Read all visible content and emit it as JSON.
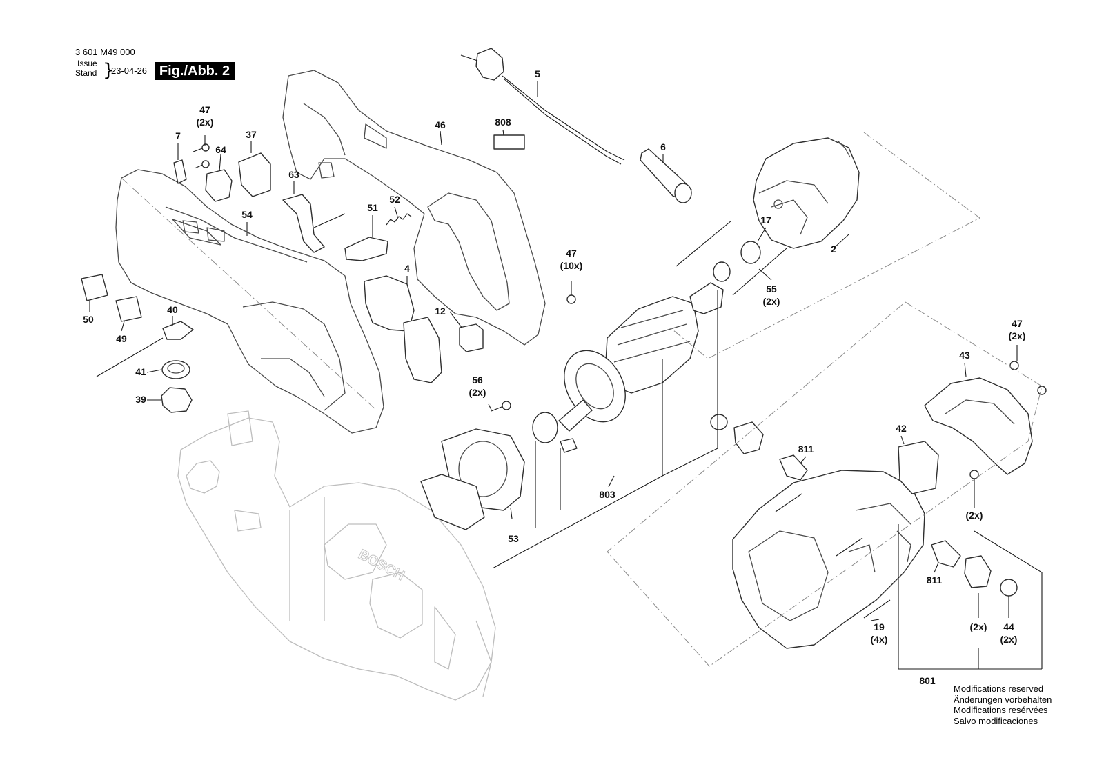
{
  "header": {
    "part_number": "3 601 M49 000",
    "issue_label": "Issue",
    "stand_label": "Stand",
    "date": "23-04-26",
    "figure": "Fig./Abb. 2"
  },
  "callouts": [
    {
      "id": "47a",
      "number": "47",
      "qty": "(2x)"
    },
    {
      "id": "7",
      "number": "7",
      "qty": ""
    },
    {
      "id": "64",
      "number": "64",
      "qty": ""
    },
    {
      "id": "37",
      "number": "37",
      "qty": ""
    },
    {
      "id": "63",
      "number": "63",
      "qty": ""
    },
    {
      "id": "46",
      "number": "46",
      "qty": ""
    },
    {
      "id": "808",
      "number": "808",
      "qty": ""
    },
    {
      "id": "5",
      "number": "5",
      "qty": ""
    },
    {
      "id": "6",
      "number": "6",
      "qty": ""
    },
    {
      "id": "2",
      "number": "2",
      "qty": ""
    },
    {
      "id": "17",
      "number": "17",
      "qty": ""
    },
    {
      "id": "55",
      "number": "55",
      "qty": "(2x)"
    },
    {
      "id": "52",
      "number": "52",
      "qty": ""
    },
    {
      "id": "51",
      "number": "51",
      "qty": ""
    },
    {
      "id": "54",
      "number": "54",
      "qty": ""
    },
    {
      "id": "4",
      "number": "4",
      "qty": ""
    },
    {
      "id": "47b",
      "number": "47",
      "qty": "(10x)"
    },
    {
      "id": "12",
      "number": "12",
      "qty": ""
    },
    {
      "id": "50",
      "number": "50",
      "qty": ""
    },
    {
      "id": "49",
      "number": "49",
      "qty": ""
    },
    {
      "id": "40",
      "number": "40",
      "qty": ""
    },
    {
      "id": "41",
      "number": "41",
      "qty": ""
    },
    {
      "id": "39",
      "number": "39",
      "qty": ""
    },
    {
      "id": "56",
      "number": "56",
      "qty": "(2x)"
    },
    {
      "id": "53",
      "number": "53",
      "qty": ""
    },
    {
      "id": "803",
      "number": "803",
      "qty": ""
    },
    {
      "id": "47c",
      "number": "47",
      "qty": "(2x)"
    },
    {
      "id": "43",
      "number": "43",
      "qty": ""
    },
    {
      "id": "42",
      "number": "42",
      "qty": ""
    },
    {
      "id": "811a",
      "number": "811",
      "qty": ""
    },
    {
      "id": "2x",
      "number": "",
      "qty": "(2x)"
    },
    {
      "id": "811b",
      "number": "811",
      "qty": ""
    },
    {
      "id": "19",
      "number": "19",
      "qty": "(4x)"
    },
    {
      "id": "2x-b",
      "number": "",
      "qty": "(2x)"
    },
    {
      "id": "44",
      "number": "44",
      "qty": "(2x)"
    },
    {
      "id": "801",
      "number": "801",
      "qty": ""
    }
  ],
  "notes": [
    "Modifications reserved",
    "Änderungen vorbehalten",
    "Modifications resérvées",
    "Salvo modificaciones"
  ]
}
